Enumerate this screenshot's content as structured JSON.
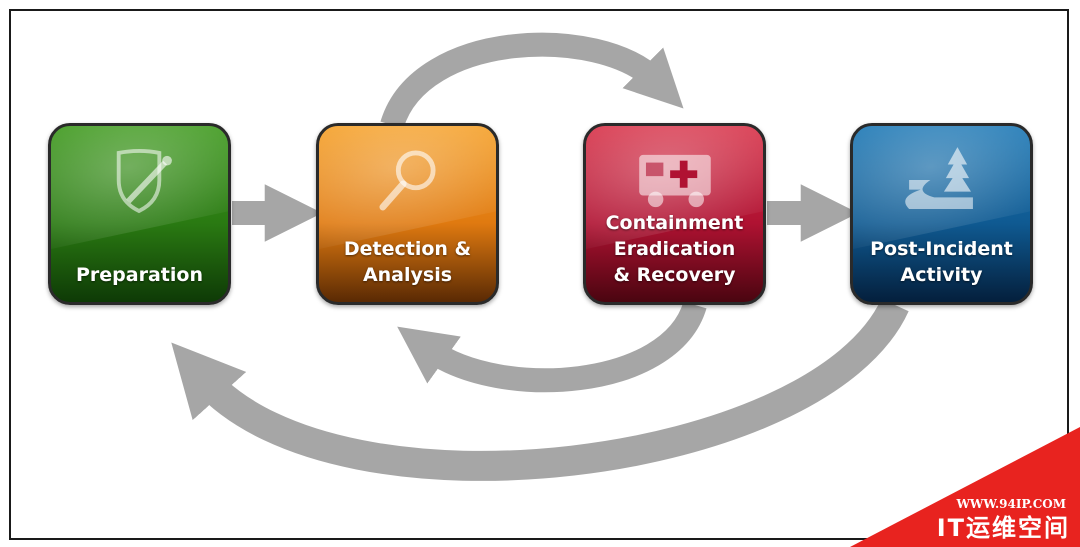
{
  "phases": [
    {
      "id": "preparation",
      "label": "Preparation",
      "color": "#2a7a12",
      "icon": "shield-syringe-icon"
    },
    {
      "id": "detection",
      "label": "Detection &\nAnalysis",
      "color": "#e07a10",
      "icon": "magnifier-icon"
    },
    {
      "id": "containment",
      "label": "Containment\nEradication\n& Recovery",
      "color": "#b01232",
      "icon": "ambulance-icon"
    },
    {
      "id": "post",
      "label": "Post-Incident\nActivity",
      "color": "#0f5a92",
      "icon": "road-tree-icon"
    }
  ],
  "arrow_color": "#a6a6a6",
  "watermark": {
    "url": "WWW.94IP.COM",
    "brand": "IT运维空间"
  }
}
